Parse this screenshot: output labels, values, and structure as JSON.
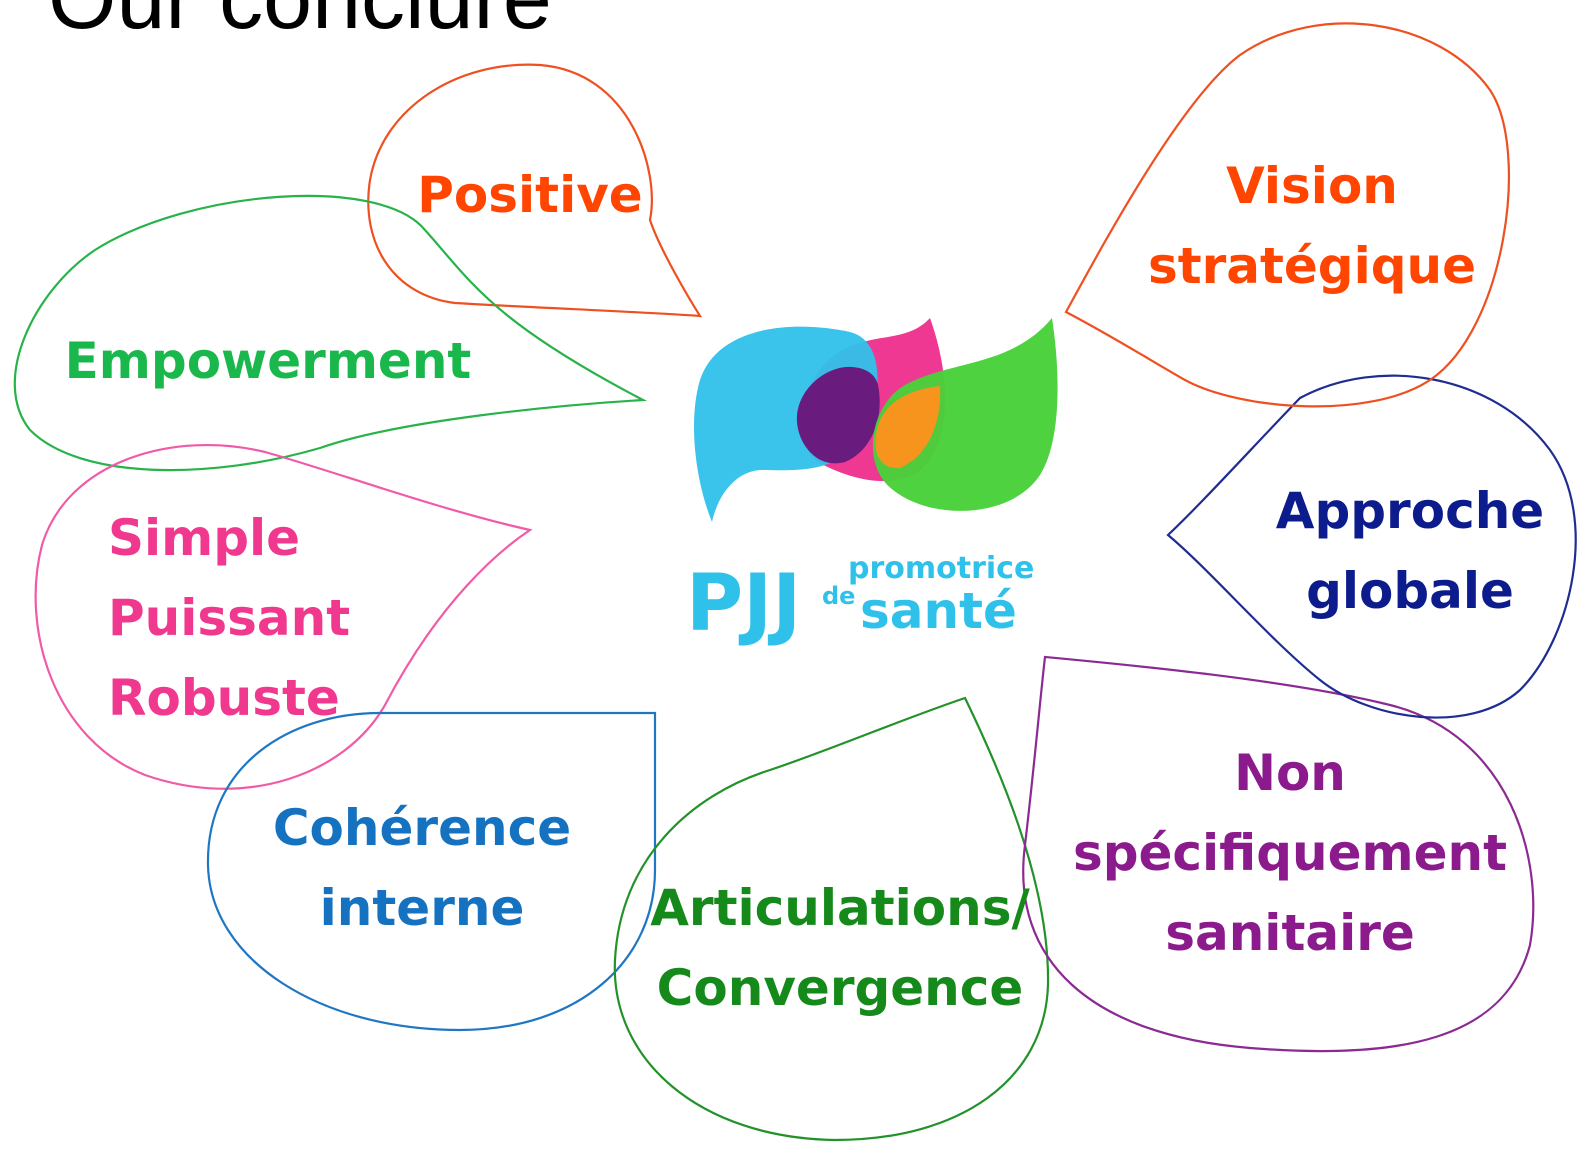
{
  "heading": "Our conclure",
  "logo": {
    "wordmark": "PJJ",
    "tagline_top": "promotrice",
    "tagline_de": "de",
    "tagline_bottom": "santé",
    "colors": {
      "blue": "#2fc1ea",
      "magenta": "#ee2d8c",
      "purple": "#6a1b7e",
      "green": "#49d13a",
      "orange": "#f7941d"
    }
  },
  "bubbles": [
    {
      "id": "positive",
      "lines": [
        "Positive"
      ],
      "color": "#ff4500",
      "stroke": "#ee5020"
    },
    {
      "id": "empowerment",
      "lines": [
        "Empowerment"
      ],
      "color": "#1ab84c",
      "stroke": "#27b34a"
    },
    {
      "id": "simple",
      "lines": [
        "Simple",
        "Puissant",
        "Robuste"
      ],
      "color": "#f0388e",
      "stroke": "#f15aa7"
    },
    {
      "id": "coherence",
      "lines": [
        "Cohérence",
        "interne"
      ],
      "color": "#1472c0",
      "stroke": "#1f77c4"
    },
    {
      "id": "articulations",
      "lines": [
        "Articulations/",
        "Convergence"
      ],
      "color": "#158a1b",
      "stroke": "#23922a"
    },
    {
      "id": "non-specifique",
      "lines": [
        "Non",
        "spécifiquement",
        "sanitaire"
      ],
      "color": "#8b1a8c",
      "stroke": "#8c2a93"
    },
    {
      "id": "approche",
      "lines": [
        "Approche",
        "globale"
      ],
      "color": "#0d1c8c",
      "stroke": "#1f2d92"
    },
    {
      "id": "vision",
      "lines": [
        "Vision",
        "stratégique"
      ],
      "color": "#ff4500",
      "stroke": "#ee5020"
    }
  ]
}
